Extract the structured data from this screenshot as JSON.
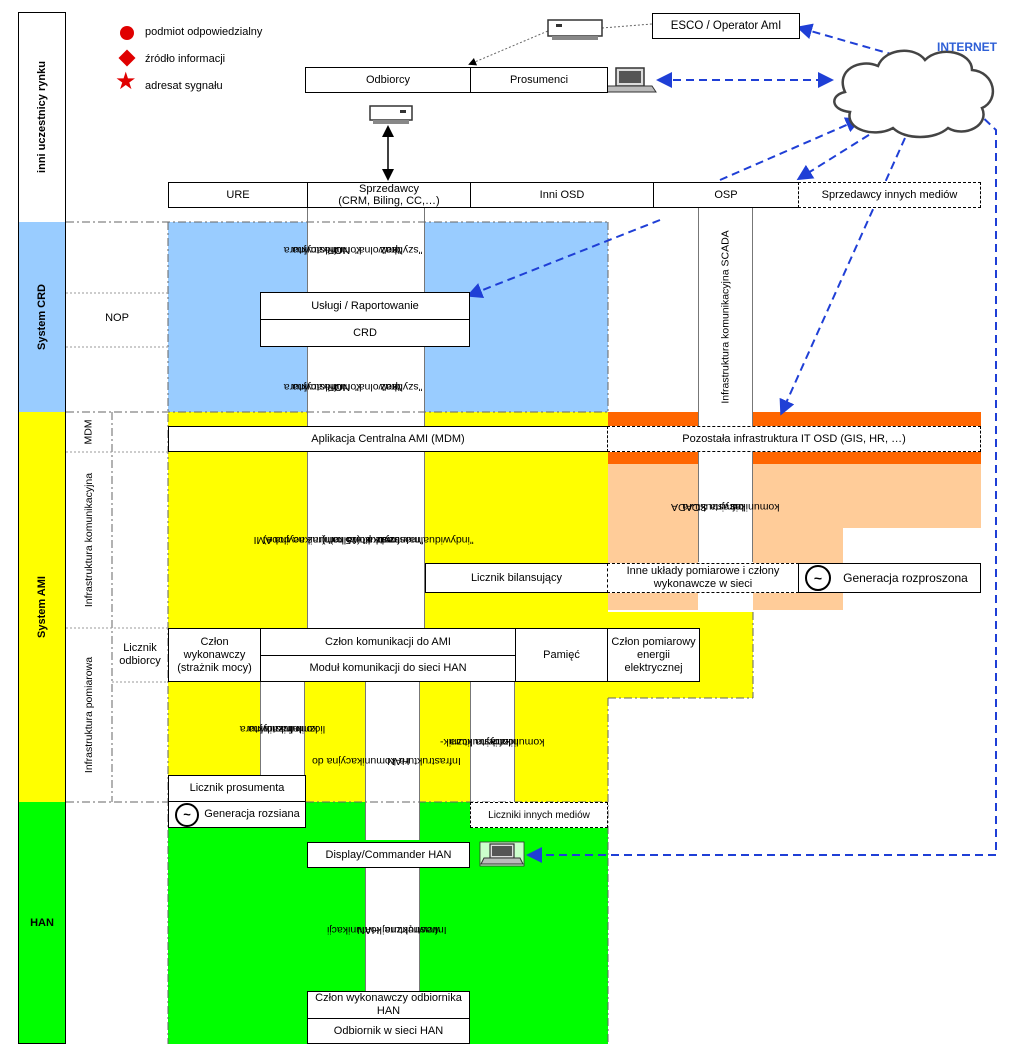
{
  "legend": {
    "circle": "podmiot odpowiedzialny",
    "diamond": "źródło informacji",
    "star": "adresat sygnału"
  },
  "lanes": {
    "market": "inni uczestnicy rynku",
    "crd": "System CRD",
    "ami": "System AMI",
    "han": "HAN"
  },
  "sublanes": {
    "nop": "NOP",
    "mdm": "MDM",
    "infra_kom": "Infrastruktura komunikacyjna",
    "infra_pom": "Infrastruktura pomiarowa"
  },
  "top": {
    "esco": "ESCO / Operator AmI",
    "internet": "INTERNET",
    "odbiorcy": "Odbiorcy",
    "prosumenci": "Prosumenci"
  },
  "market_row": {
    "ure": "URE",
    "sprzedawcy": "Sprzedawcy",
    "sprzedawcy_sub": "(CRM, Biling, CC,…)",
    "inni_osd": "Inni OSD",
    "osp": "OSP",
    "sprzedawcy_innych": "Sprzedawcy innych mediów"
  },
  "crd": {
    "uslugi": "Usługi / Raportowanie",
    "crd": "CRD",
    "nop_infra_1": [
      "Infrastruktura",
      "komunikacyjna",
      "NOP"
    ],
    "nop_infra_2": [
      "\"powolna\"",
      "oraz",
      "\"szybka\""
    ],
    "nop_infra_3": [
      "Infrastruktura",
      "komunikacyjna",
      "NOP"
    ],
    "nop_infra_4": [
      "\"powolna\"",
      "oraz",
      "\"szybka\""
    ],
    "scada": "Infrastruktura komunikacyjna SCADA"
  },
  "ami": {
    "mdm_app": "Aplikacja Centralna AMI (MDM)",
    "it_osd": "Pozostała infrastruktura IT OSD (GIS, HR, …)",
    "infra_ami_1": "Infrastruktura komunikacyjna AMI",
    "infra_ami_2": "\"masowa - powolna\" (raz na dobe)",
    "infra_ami_3": "oraz",
    "infra_ami_4": "\"indywidualna - szybka\" (15 min)",
    "scada_bis": [
      "Infrastruktura",
      "komunikacyjna SCADA",
      "bis"
    ],
    "licznik_bil": "Licznik bilansujący",
    "inne_uklady": "Inne układy pomiarowe i człony wykonawcze w sieci",
    "generacja_rozproszona": "Generacja rozproszona",
    "licznik_odbiorcy": "Licznik odbiorcy",
    "czlon_wyk": "Człon wykonawczy (strażnik mocy)",
    "czlon_kom": "Człon komunikacji do AMI",
    "modul_han": "Moduł komunikacji do sieci HAN",
    "pamiec": "Pamięć",
    "czlon_pom": "Człon pomiarowy energii elektrycznej",
    "infra_ll_1": [
      "Infrastruktura",
      "komunikacyjna",
      "licznik-licznik"
    ],
    "infra_han": [
      "Infrastruktura komunikacyjna do",
      "HAN"
    ],
    "infra_ll_2": [
      "Infrastruktura",
      "komunikacyjna licznik-",
      "licznik"
    ],
    "licznik_prosumenta": "Licznik prosumenta",
    "generacja_rozsiana": "Generacja rozsiana",
    "liczniki_innych": "Liczniki innych mediów"
  },
  "han": {
    "display": "Display/Commander HAN",
    "infra_wew": [
      "Infrastruktura komunikacji",
      "wewnętrznej HAN"
    ],
    "czlon_odb": "Człon wykonawczy odbiornika HAN",
    "odbiornik": "Odbiornik w sieci HAN"
  },
  "colors": {
    "crd_blue": "#99ccff",
    "ami_yellow": "#ffff00",
    "han_green": "#00ff00",
    "orange": "#ff6600",
    "peach": "#ffcc99",
    "arrow_blue": "#1f3fd6"
  },
  "icons": [
    "modem-icon",
    "laptop-icon",
    "cloud-icon",
    "generator-icon"
  ]
}
